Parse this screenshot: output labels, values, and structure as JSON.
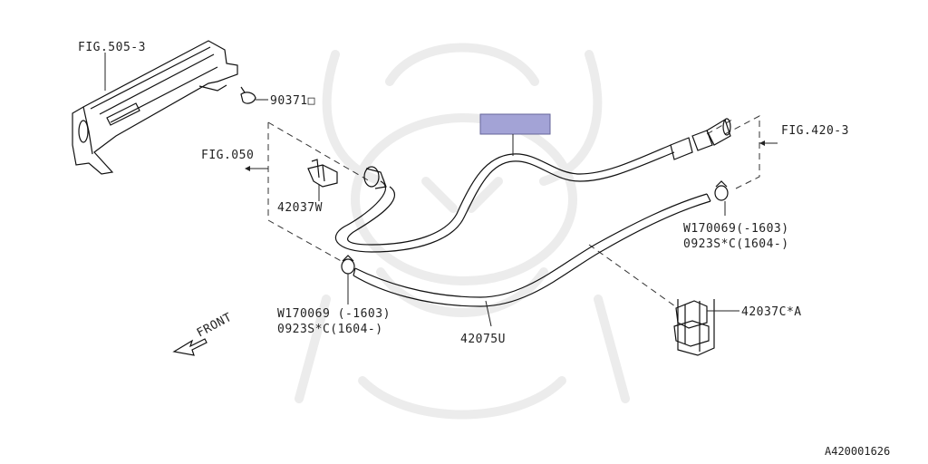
{
  "labels": {
    "fig_505_3": "FIG.505-3",
    "part_90371": "90371□",
    "fig_050": "FIG.050",
    "part_42037w": "42037W",
    "fig_420_3": "FIG.420-3",
    "clamp_right_line1": "W170069(-1603)",
    "clamp_right_line2": "0923S*C(1604-)",
    "clamp_left_line1": "W170069 (-1603)",
    "clamp_left_line2": "0923S*C(1604-)",
    "part_42037c": "42037C*A",
    "part_42075u": "42075U",
    "front": "FRONT",
    "diagram_code": "A420001626"
  },
  "highlight_box": {
    "color": "#a3a3d6",
    "border": "#666699"
  }
}
